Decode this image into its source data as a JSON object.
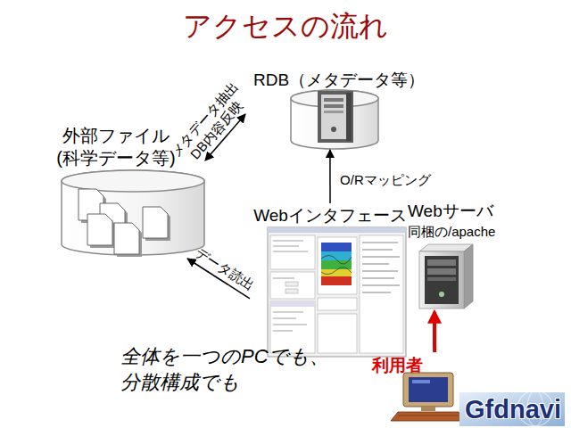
{
  "diagram": {
    "title": "アクセスの流れ",
    "nodes": [
      {
        "text": [
          "RDB（メタデータ等）"
        ]
      },
      {
        "text": [
          "外部ファイル (科学データ等)"
        ]
      },
      {
        "text": [
          "Webインタフェース"
        ]
      },
      {
        "text": [
          "Webサーバ",
          "同梱の/apache"
        ]
      },
      {
        "text": [
          "利用者"
        ]
      }
    ],
    "edges": [
      {
        "from": 2,
        "to": 0,
        "label": "O/Rマッピング",
        "arrow": "to"
      },
      {
        "from": 1,
        "to": 0,
        "label": "メタデータ抽出 DB内容反映",
        "arrow": "both"
      },
      {
        "from": 2,
        "to": 1,
        "label": "データ読出",
        "arrow": "to"
      },
      {
        "from": 4,
        "to": 3,
        "arrow": "to"
      }
    ],
    "labels": [
      "全体を一つのPCでも、 分散構成でも",
      "Gfdnavi"
    ]
  }
}
